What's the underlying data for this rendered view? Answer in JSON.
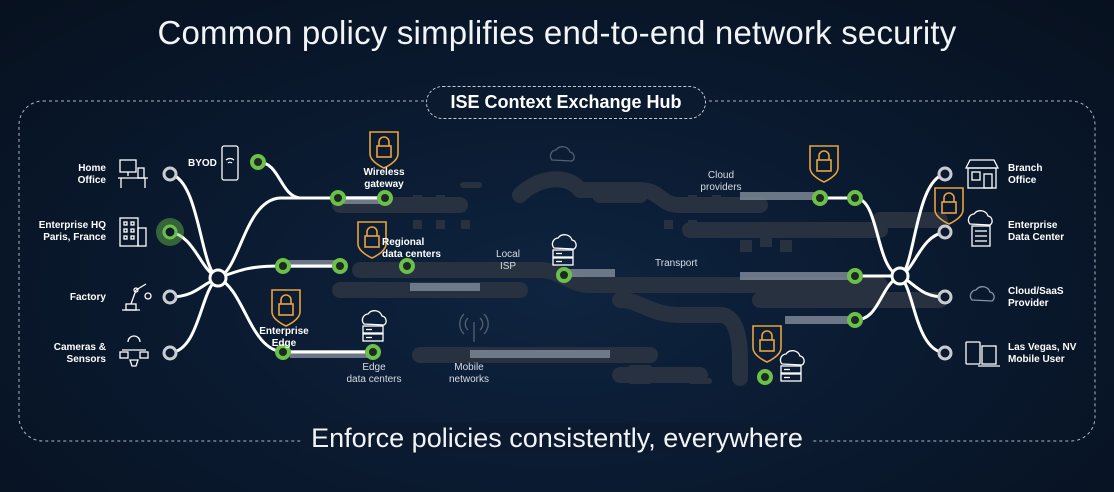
{
  "title": "Common policy simplifies end-to-end network security",
  "hub_label": "ISE Context Exchange Hub",
  "subtitle": "Enforce policies consistently, everywhere",
  "left_endpoints": [
    {
      "line1": "Home",
      "line2": "Office",
      "icon": "home-office-icon"
    },
    {
      "line1": "Enterprise HQ",
      "line2": "Paris, France",
      "icon": "building-icon"
    },
    {
      "line1": "Factory",
      "line2": "",
      "icon": "robot-arm-icon"
    },
    {
      "line1": "Cameras &",
      "line2": "Sensors",
      "icon": "camera-sensor-icon"
    }
  ],
  "right_endpoints": [
    {
      "line1": "Branch",
      "line2": "Office",
      "icon": "storefront-icon"
    },
    {
      "line1": "Enterprise",
      "line2": "Data Center",
      "icon": "data-center-icon"
    },
    {
      "line1": "Cloud/SaaS",
      "line2": "Provider",
      "icon": "cloud-icon"
    },
    {
      "line1": "Las Vegas, NV",
      "line2": "Mobile User",
      "icon": "mobile-devices-icon"
    }
  ],
  "network_labels": {
    "byod": "BYOD",
    "wireless_line1": "Wireless",
    "wireless_line2": "gateway",
    "regional_line1": "Regional",
    "regional_line2": "data centers",
    "local_isp_line1": "Local",
    "local_isp_line2": "ISP",
    "transport": "Transport",
    "cloud_providers_line1": "Cloud",
    "cloud_providers_line2": "providers",
    "enterprise_edge_line1": "Enterprise",
    "enterprise_edge_line2": "Edge",
    "edge_dc_line1": "Edge",
    "edge_dc_line2": "data centers",
    "mobile_line1": "Mobile",
    "mobile_line2": "networks"
  },
  "colors": {
    "accent_orange": "#e8a33c",
    "node_green": "#6cc04a",
    "line_white": "#ffffff",
    "road_gray": "#2a3544"
  }
}
